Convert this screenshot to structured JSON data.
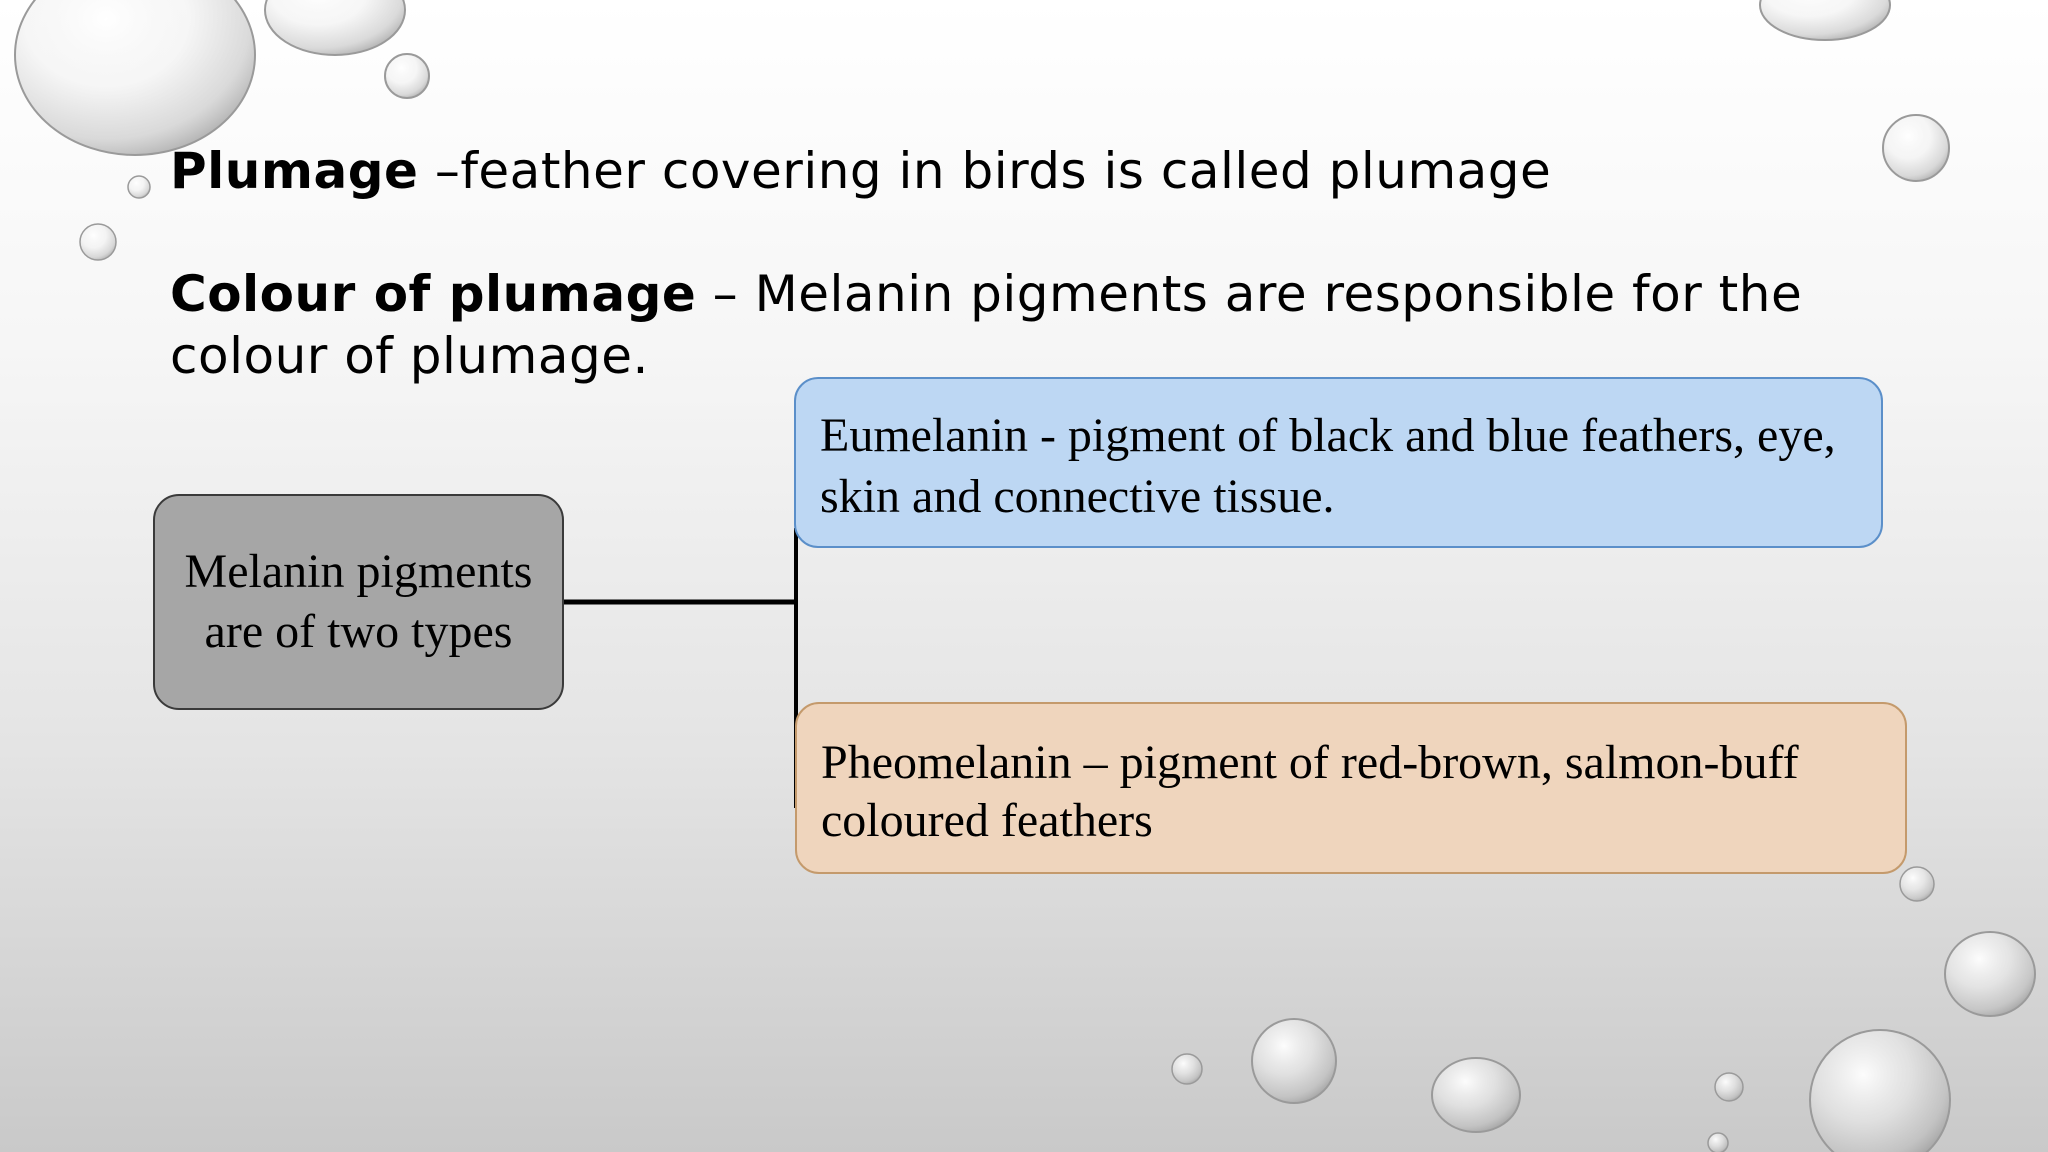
{
  "slide": {
    "intro": {
      "term": "Plumage",
      "definition": " –feather covering in birds is called plumage"
    },
    "colour": {
      "term": "Colour of plumage",
      "definition_part1": " – Melanin pigments are responsible for the",
      "definition_part2": "colour of plumage."
    }
  },
  "diagram": {
    "root": {
      "text": "Melanin pigments are of two types"
    },
    "branches": [
      {
        "id": "eumelanin",
        "text": "Eumelanin  - pigment of black and blue feathers, eye, skin and connective tissue.",
        "fill": "#bdd7f3"
      },
      {
        "id": "pheomelanin",
        "text": "Pheomelanin – pigment of red-brown, salmon-buff coloured feathers",
        "fill": "#efd5bd"
      }
    ],
    "root_fill": "#a6a6a6"
  }
}
